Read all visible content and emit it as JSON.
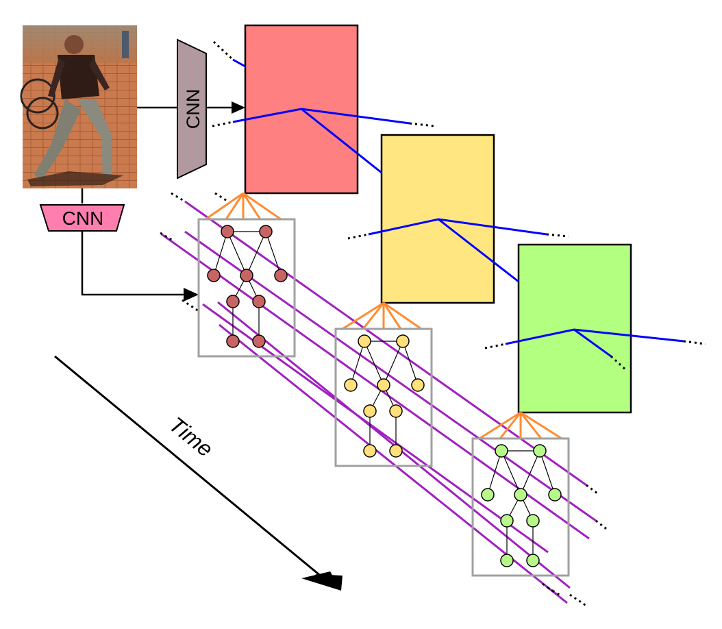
{
  "diagram": {
    "cnn_top_label": "CNN",
    "cnn_left_label": "CNN",
    "time_label": "Time"
  },
  "colors": {
    "frame_1": "#ff8080",
    "frame_2": "#ffe680",
    "frame_3": "#b3ff80",
    "node_1": "#c86464",
    "node_2": "#ffe07a",
    "node_3": "#b8f78a",
    "temporal_edge": "#a020c0",
    "spatial_edge": "#0000ff",
    "pool_edge": "#ff8c32",
    "cnn_top_fill": "#b09aa0",
    "cnn_left_fill": "#ff7eb0",
    "skeleton_box": "#a0a0a0"
  },
  "photo": {
    "icon": "pedestrian-photo"
  }
}
